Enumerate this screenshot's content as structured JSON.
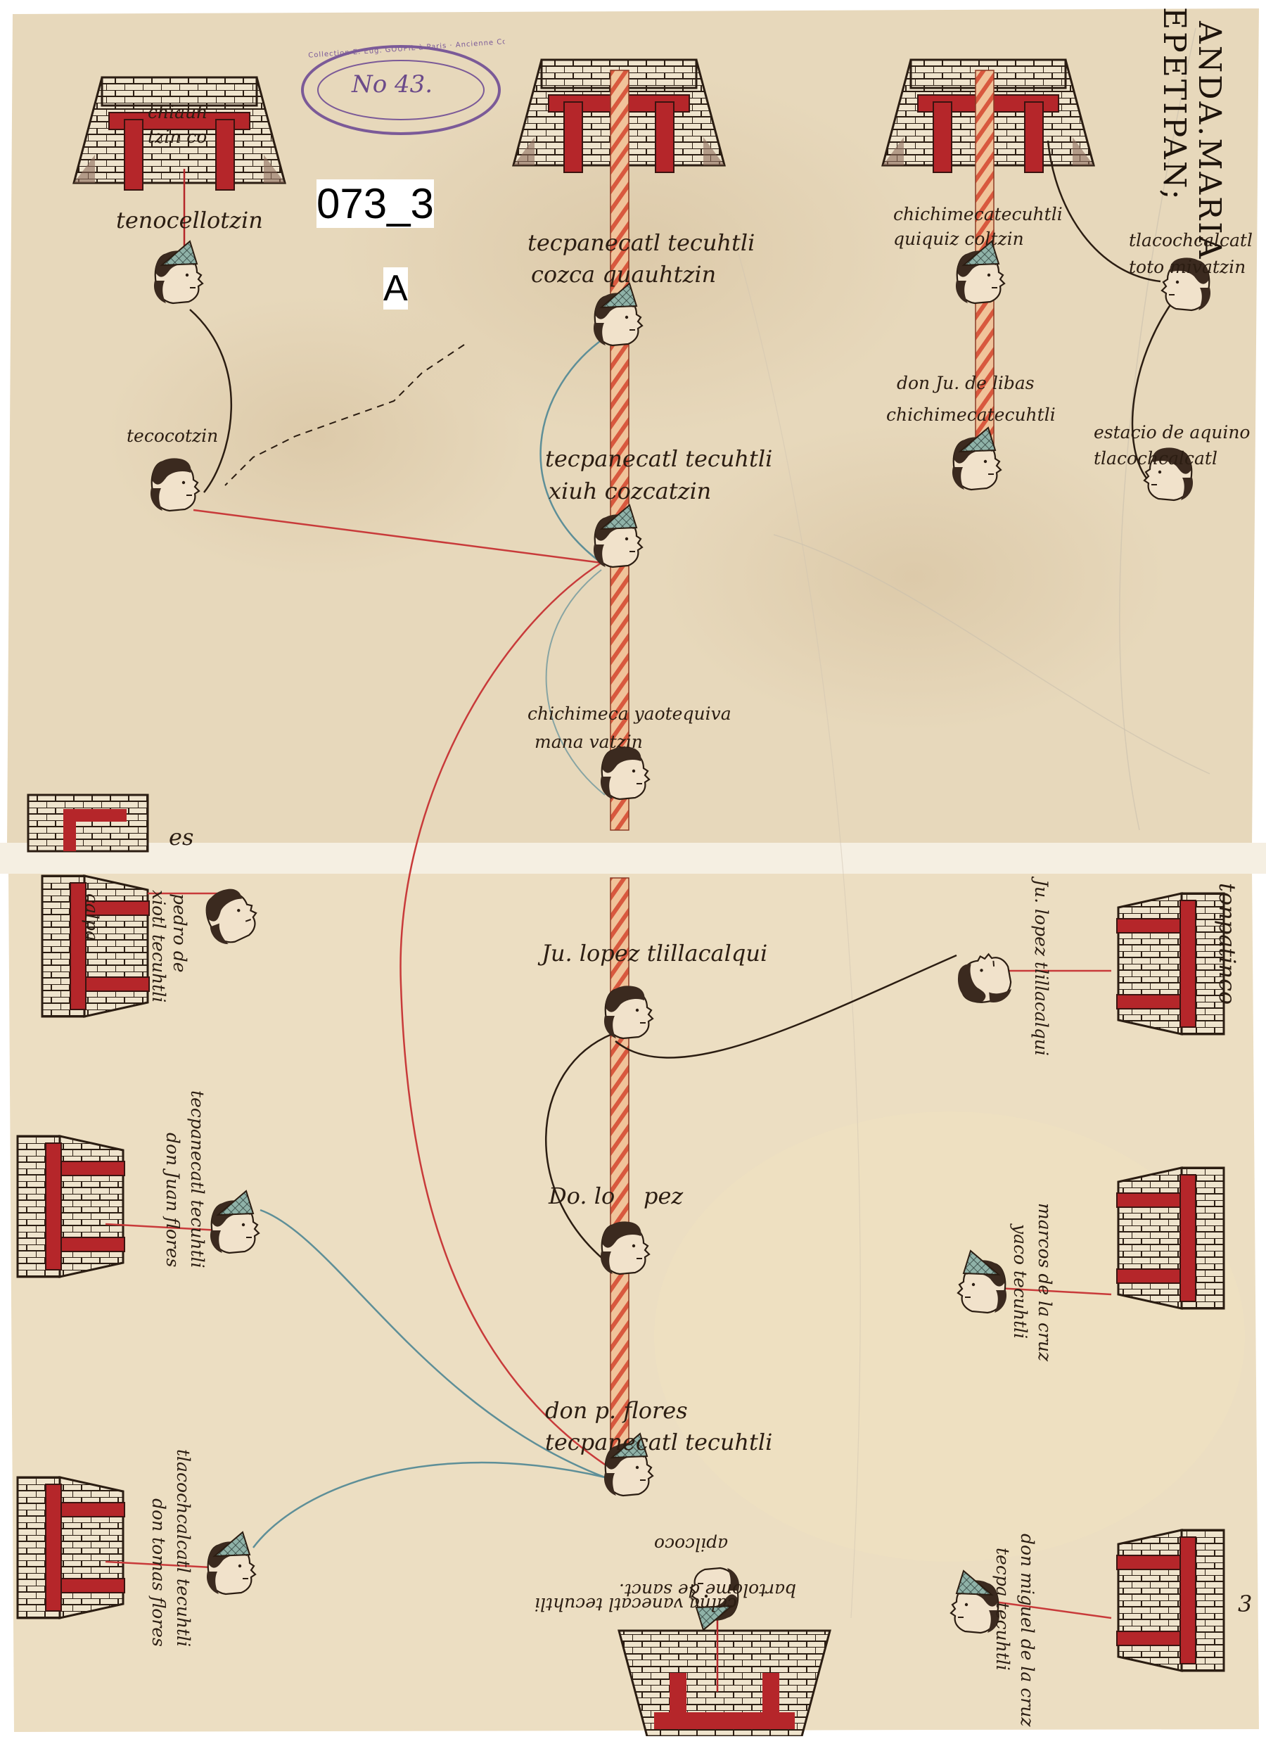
{
  "sheet": {
    "name": "codex-genealogy-page"
  },
  "overlay": {
    "label": "073_3",
    "sublabel": "A"
  },
  "stamp": {
    "number": "No 43.",
    "ring": "Collection E. Eug. GOUPIL à Paris · Ancienne Collection J. M. A. AUBIN"
  },
  "title": {
    "line1": "ANDA.MARIA",
    "line2": "EPETIPAN;"
  },
  "glosses": {
    "tlacuilhtzinco": [
      "chiauh",
      "tzin co"
    ],
    "tenocellotzin": "tenocellotzin",
    "tecocotzin": "tecocotzin",
    "tecpanecatl_1": [
      "tecpanecatl tecuhtli",
      "cozca quauhtzin"
    ],
    "tecpanecatl_2": [
      "tecpanecatl tecuhtli",
      "xiuh cozcatzin"
    ],
    "chichimeca_yaotequiva": [
      "chichimeca yaotequiva",
      "mana vatzin"
    ],
    "chichimecatecuhtli_top": [
      "chichimecatecuhtli",
      "quiquiz coltzin"
    ],
    "tlacochcalcatl_top": [
      "tlacochcalcatl",
      "toto mivatzin"
    ],
    "don_juan_de_libas": [
      "don Ju. de libas",
      "chichimecatecuhtli"
    ],
    "estacio": [
      "estacio de aquino",
      "tlacochcalcatl"
    ],
    "juan_lopez": "Ju. lopez tlillacalqui",
    "d_lopez": [
      "Do. lo",
      "pez"
    ],
    "don_pedro_flores": [
      "don p. flores",
      "tecpanecatl tecuhtli"
    ],
    "juan_lopez_right": "Ju. lopez tlillacalqui",
    "tonpatinco": "tonpatinco",
    "pedro_xiotl": [
      "pedro de",
      "xiotl tecuhtli"
    ],
    "calpan": "calpa",
    "don_juan_flores": [
      "don Juan flores",
      "tecpanecatl tecuhtli"
    ],
    "marcos": [
      "marcos de la cruz",
      "yaco tecuhtli"
    ],
    "don_tomas": [
      "don tomas flores",
      "tlacochcalcatl tecuhtli"
    ],
    "miguel": [
      "don miguel de la cruz",
      "tecpa tecuhtli"
    ],
    "bottom_upside": [
      "bartolome de sanct. ",
      "calna vanecatl tecuhtli",
      "apilcoco"
    ],
    "sidenote_right": "3",
    "sidenote_left": "es"
  },
  "colors": {
    "paper": "#e9dcc0",
    "ink": "#2b1d12",
    "red": "#b5262a",
    "orange": "#e79a63",
    "teal": "#5e8f98",
    "stamp": "#7b5a98"
  }
}
